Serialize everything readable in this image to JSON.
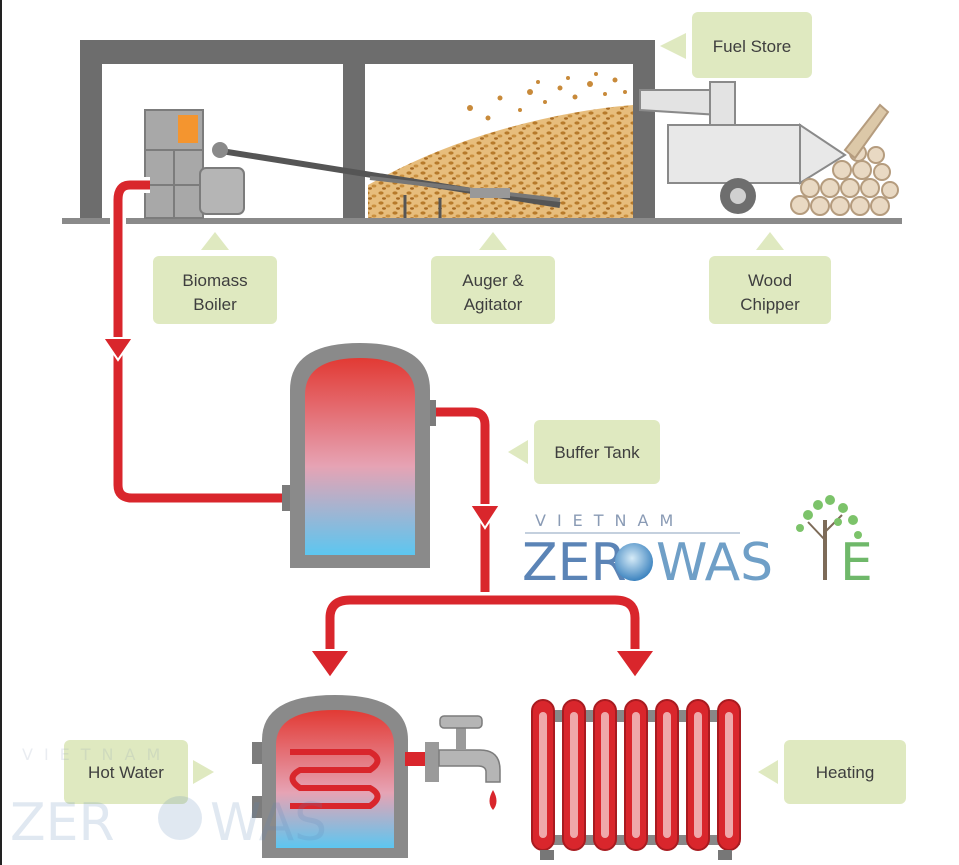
{
  "labels": {
    "fuel_store": "Fuel Store",
    "boiler_line1": "Biomass",
    "boiler_line2": "Boiler",
    "auger_line1": "Auger &",
    "auger_line2": "Agitator",
    "chipper_line1": "Wood",
    "chipper_line2": "Chipper",
    "buffer_tank": "Buffer Tank",
    "hot_water": "Hot Water",
    "heating": "Heating"
  },
  "watermark": {
    "top_line": "VIETNAM",
    "brand_a": "ZER",
    "brand_b": "WAS",
    "brand_c": "E"
  },
  "colors": {
    "pipe_red": "#d9262c",
    "label_green": "#dfe9c0",
    "building_gray": "#6b6b6b",
    "water_blue": "#5bc3ee",
    "chip_tan": "#d9a45a"
  }
}
